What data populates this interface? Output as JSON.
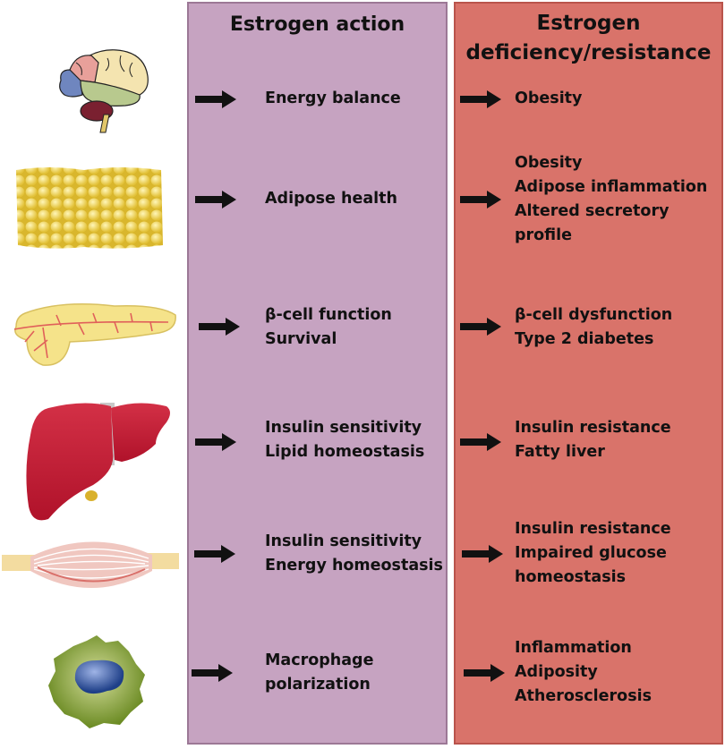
{
  "columns": {
    "action": {
      "title": "Estrogen action",
      "color": "#c6a3c1"
    },
    "deficiency": {
      "title_line1": "Estrogen",
      "title_line2": "deficiency/resistance",
      "color": "#d9736a"
    }
  },
  "rows": [
    {
      "organ": "brain",
      "icon": "brain-icon",
      "action": [
        "Energy balance"
      ],
      "deficiency": [
        "Obesity"
      ]
    },
    {
      "organ": "adipose-tissue",
      "icon": "adipose-tissue-icon",
      "action": [
        "Adipose health"
      ],
      "deficiency": [
        "Obesity",
        "Adipose inflammation",
        "Altered secretory",
        "profile"
      ]
    },
    {
      "organ": "pancreas",
      "icon": "pancreas-icon",
      "action": [
        "β-cell function",
        "Survival"
      ],
      "deficiency": [
        "β-cell dysfunction",
        "Type 2 diabetes"
      ]
    },
    {
      "organ": "liver",
      "icon": "liver-icon",
      "action": [
        "Insulin sensitivity",
        "Lipid homeostasis"
      ],
      "deficiency": [
        "Insulin resistance",
        "Fatty liver"
      ]
    },
    {
      "organ": "skeletal-muscle",
      "icon": "muscle-icon",
      "action": [
        "Insulin sensitivity",
        "Energy homeostasis"
      ],
      "deficiency": [
        "Insulin resistance",
        "Impaired glucose",
        "homeostasis"
      ]
    },
    {
      "organ": "macrophage",
      "icon": "macrophage-icon",
      "action": [
        "Macrophage",
        "polarization"
      ],
      "deficiency": [
        "Inflammation",
        "Adiposity",
        "Atherosclerosis"
      ]
    }
  ]
}
